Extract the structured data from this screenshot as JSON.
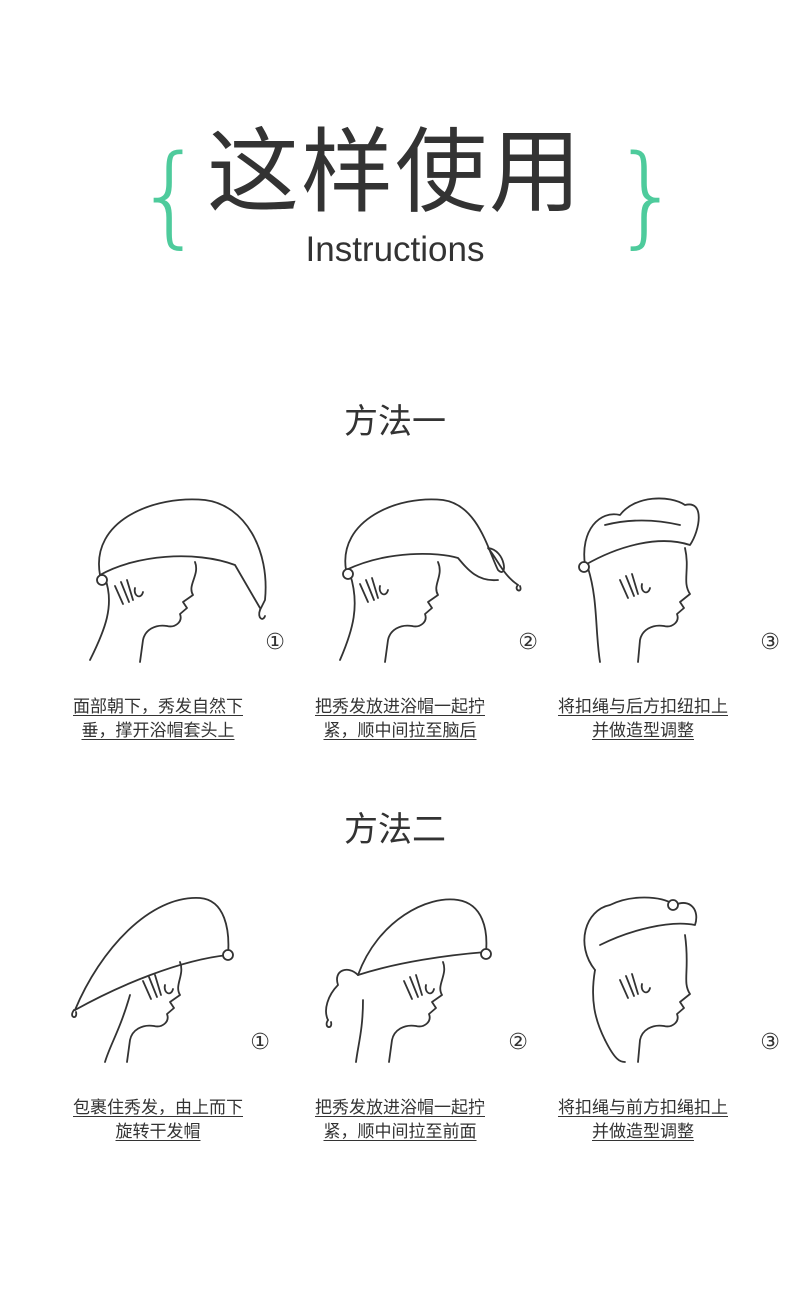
{
  "header": {
    "title": "这样使用",
    "subtitle": "Instructions",
    "brace_left": "{",
    "brace_right": "}",
    "accent_color": "#4ecb9c"
  },
  "methods": [
    {
      "title": "方法一",
      "steps": [
        {
          "number": "①",
          "lines": [
            "面部朝下，秀发自然下",
            "垂，撑开浴帽套头上"
          ]
        },
        {
          "number": "②",
          "lines": [
            "把秀发放进浴帽一起拧",
            "紧，顺中间拉至脑后"
          ]
        },
        {
          "number": "③",
          "lines": [
            "将扣绳与后方扣纽扣上",
            "并做造型调整"
          ]
        }
      ]
    },
    {
      "title": "方法二",
      "steps": [
        {
          "number": "①",
          "lines": [
            "包裹住秀发，由上而下",
            "旋转干发帽"
          ]
        },
        {
          "number": "②",
          "lines": [
            "把秀发放进浴帽一起拧",
            "紧，顺中间拉至前面"
          ]
        },
        {
          "number": "③",
          "lines": [
            "将扣绳与前方扣绳扣上",
            "并做造型调整"
          ]
        }
      ]
    }
  ]
}
